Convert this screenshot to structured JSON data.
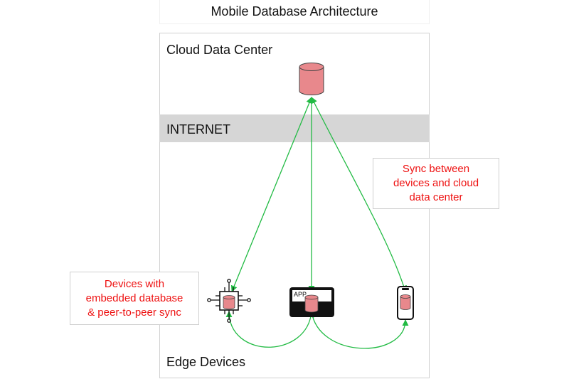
{
  "title": "Mobile Database Architecture",
  "regions": {
    "cloud": "Cloud Data Center",
    "internet": "INTERNET",
    "edge": "Edge Devices"
  },
  "notes": {
    "sync": [
      "Sync between",
      "devices and cloud",
      "data center"
    ],
    "embedded": [
      "Devices with",
      "embedded database",
      "& peer-to-peer sync"
    ]
  },
  "tablet": {
    "app_label": "APP"
  },
  "colors": {
    "database_fill": "#e8888c",
    "database_stroke": "#444444",
    "sync_line": "#22bb44",
    "note_text": "#ee1111",
    "internet_band": "#d6d6d6"
  }
}
